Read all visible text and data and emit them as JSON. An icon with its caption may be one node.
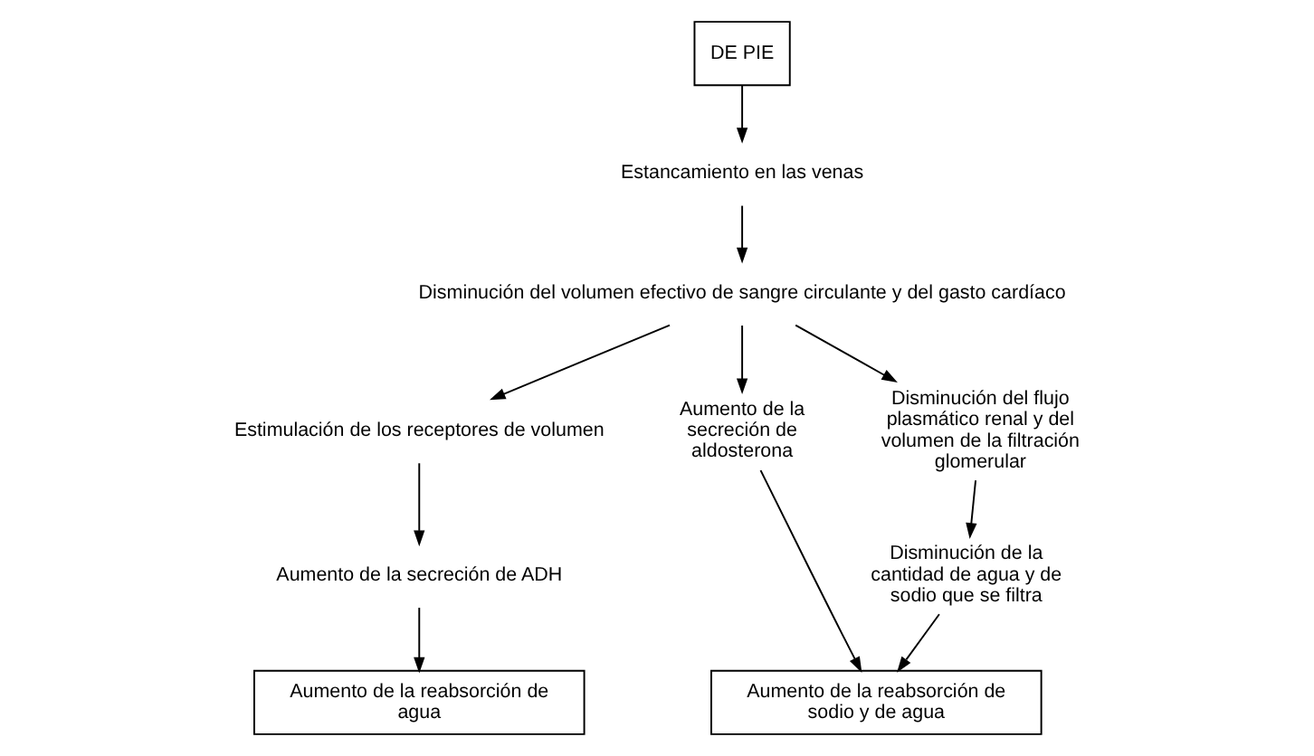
{
  "diagram": {
    "nodes": [
      {
        "text": [
          "DE PIE"
        ]
      },
      {
        "text": [
          "Estancamiento en las venas"
        ]
      },
      {
        "text": [
          "Disminución del volumen efectivo de sangre circulante y del gasto cardíaco"
        ]
      },
      {
        "text": [
          "Estimulación de los receptores de volumen"
        ]
      },
      {
        "text": [
          "Aumento de la secreción de aldosterona"
        ]
      },
      {
        "text": [
          "Disminución del flujo plasmático renal y del volumen de la filtración glomerular"
        ]
      },
      {
        "text": [
          "Aumento de la secreción de ADH"
        ]
      },
      {
        "text": [
          "Disminución de la cantidad de agua y de sodio que se filtra"
        ]
      },
      {
        "text": [
          "Aumento de la reabsorción de agua"
        ]
      },
      {
        "text": [
          "Aumento de la reabsorción de sodio y de agua"
        ]
      }
    ],
    "edges": [
      {
        "from": 0,
        "to": 1,
        "arrow": "to"
      },
      {
        "from": 1,
        "to": 2,
        "arrow": "to"
      },
      {
        "from": 2,
        "to": 3,
        "arrow": "to"
      },
      {
        "from": 2,
        "to": 4,
        "arrow": "to"
      },
      {
        "from": 2,
        "to": 5,
        "arrow": "to"
      },
      {
        "from": 3,
        "to": 6,
        "arrow": "to"
      },
      {
        "from": 6,
        "to": 8,
        "arrow": "to"
      },
      {
        "from": 4,
        "to": 9,
        "arrow": "to"
      },
      {
        "from": 5,
        "to": 7,
        "arrow": "to"
      },
      {
        "from": 7,
        "to": 9,
        "arrow": "to"
      }
    ]
  }
}
